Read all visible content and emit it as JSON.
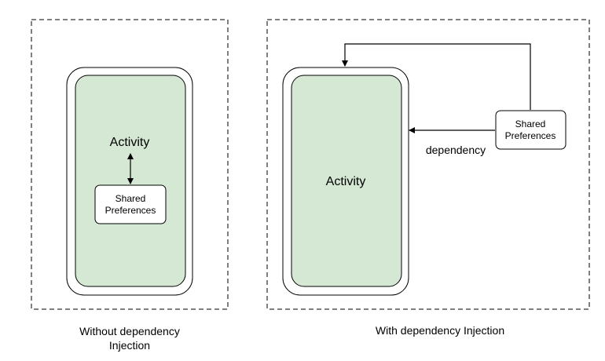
{
  "colors": {
    "stroke": "#000000",
    "activity_fill": "#d5e8d4",
    "background": "#ffffff"
  },
  "left_panel": {
    "activity_label": "Activity",
    "shared_label_line1": "Shared",
    "shared_label_line2": "Preferences",
    "caption_line1": "Without dependency",
    "caption_line2": "Injection"
  },
  "right_panel": {
    "activity_label": "Activity",
    "shared_label_line1": "Shared",
    "shared_label_line2": "Preferences",
    "arrow_label": "dependency",
    "caption": "With dependency Injection"
  }
}
